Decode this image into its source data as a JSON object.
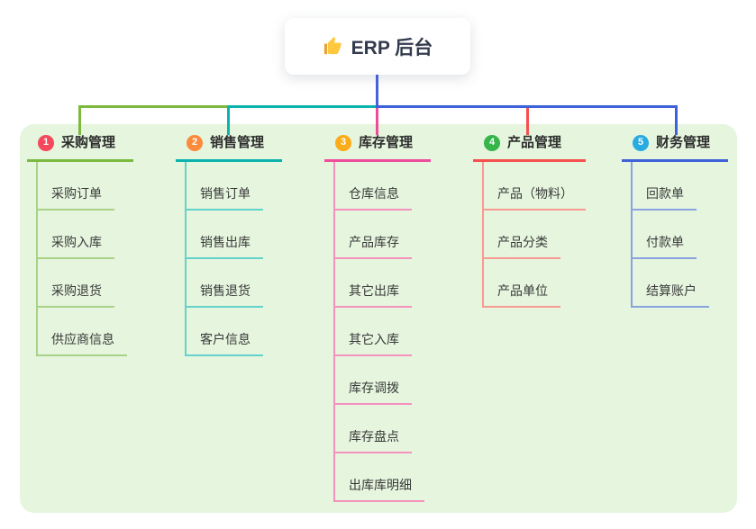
{
  "root": {
    "title": "ERP 后台",
    "icon": "thumbs-up-icon",
    "icon_color": "#FFC83D",
    "connector_color": "#4663dd"
  },
  "canvas": {
    "background": "#ffffff",
    "panel_background": "#e5f5de"
  },
  "branches": [
    {
      "number": "1",
      "label": "采购管理",
      "badge_color": "#f4485c",
      "line_color": "#7cb93f",
      "light_line_color": "#a9d289",
      "children": [
        "采购订单",
        "采购入库",
        "采购退货",
        "供应商信息"
      ]
    },
    {
      "number": "2",
      "label": "销售管理",
      "badge_color": "#fa8b3c",
      "line_color": "#0cb3ad",
      "light_line_color": "#63d2cb",
      "children": [
        "销售订单",
        "销售出库",
        "销售退货",
        "客户信息"
      ]
    },
    {
      "number": "3",
      "label": "库存管理",
      "badge_color": "#fbac18",
      "line_color": "#ee4d9b",
      "light_line_color": "#f591bd",
      "children": [
        "仓库信息",
        "产品库存",
        "其它出库",
        "其它入库",
        "库存调拨",
        "库存盘点",
        "出库库明细"
      ]
    },
    {
      "number": "4",
      "label": "产品管理",
      "badge_color": "#35b54a",
      "line_color": "#f5504e",
      "light_line_color": "#f89b93",
      "children": [
        "产品（物料）",
        "产品分类",
        "产品单位"
      ]
    },
    {
      "number": "5",
      "label": "财务管理",
      "badge_color": "#29abe2",
      "line_color": "#3f62da",
      "light_line_color": "#8aa3e0",
      "children": [
        "回款单",
        "付款单",
        "结算账户"
      ]
    }
  ]
}
